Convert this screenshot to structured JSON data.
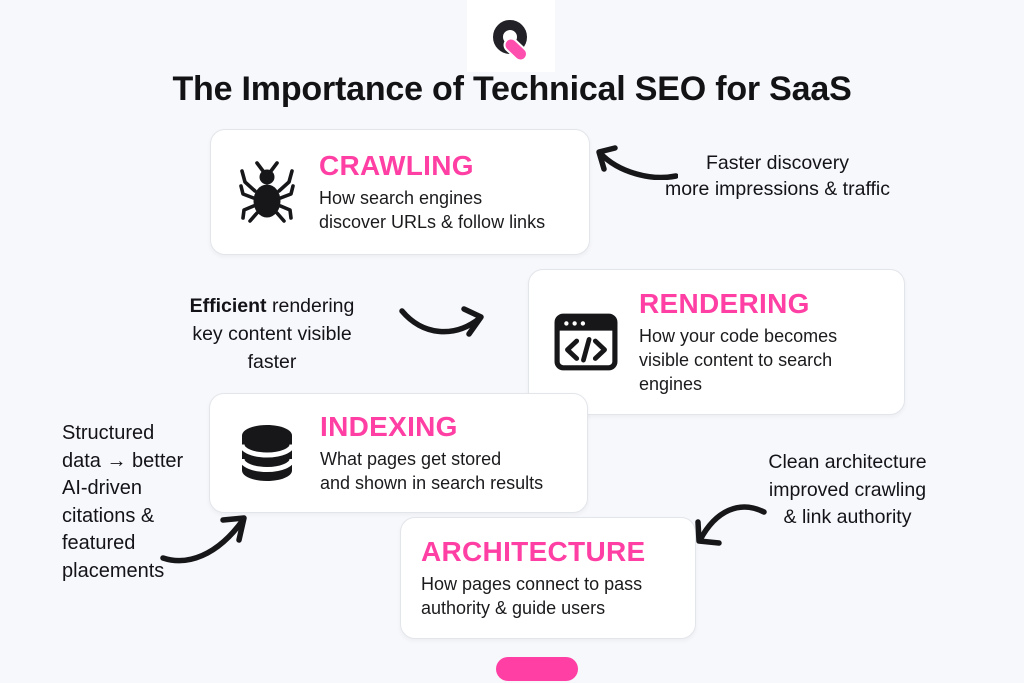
{
  "header": {
    "logo": "q-brand-logo",
    "title": "The Importance of Technical SEO for SaaS"
  },
  "colors": {
    "accent_pink": "#FF3FA3",
    "text_dark": "#17171A",
    "background": "#F7F8FB",
    "card_border": "#E2E5EA"
  },
  "cards": {
    "crawling": {
      "title": "CRAWLING",
      "icon": "spider-icon",
      "description_lines": [
        "How search engines",
        "discover URLs & follow links"
      ]
    },
    "rendering": {
      "title": "RENDERING",
      "icon": "code-browser-icon",
      "description_lines": [
        "How your code becomes",
        "visible content to search",
        "engines"
      ]
    },
    "indexing": {
      "title": "INDEXING",
      "icon": "database-icon",
      "description_lines": [
        "What pages get stored",
        "and shown in search results"
      ]
    },
    "architecture": {
      "title": "ARCHITECTURE",
      "icon": null,
      "description_lines": [
        "How pages connect to pass",
        "authority & guide users"
      ]
    }
  },
  "annotations": {
    "crawling_benefit": {
      "lines": [
        "Faster discovery",
        "more impressions & traffic"
      ],
      "arrow": "curved-arrow-pointing-left"
    },
    "rendering_benefit": {
      "bold_lead": "Efficient",
      "line1_rest": " rendering",
      "lines": [
        "key content visible",
        "faster"
      ],
      "arrow": "curved-arrow-pointing-right"
    },
    "indexing_benefit": {
      "lines": [
        "Structured",
        "data → better",
        "AI-driven",
        "citations &",
        "featured",
        "placements"
      ],
      "arrow": "curved-arrow-pointing-up-right"
    },
    "architecture_benefit": {
      "lines": [
        "Clean architecture",
        "improved crawling",
        "& link authority"
      ],
      "arrow": "curved-arrow-pointing-down-left"
    }
  },
  "decor": {
    "bottom_accent": "pink-pill"
  }
}
